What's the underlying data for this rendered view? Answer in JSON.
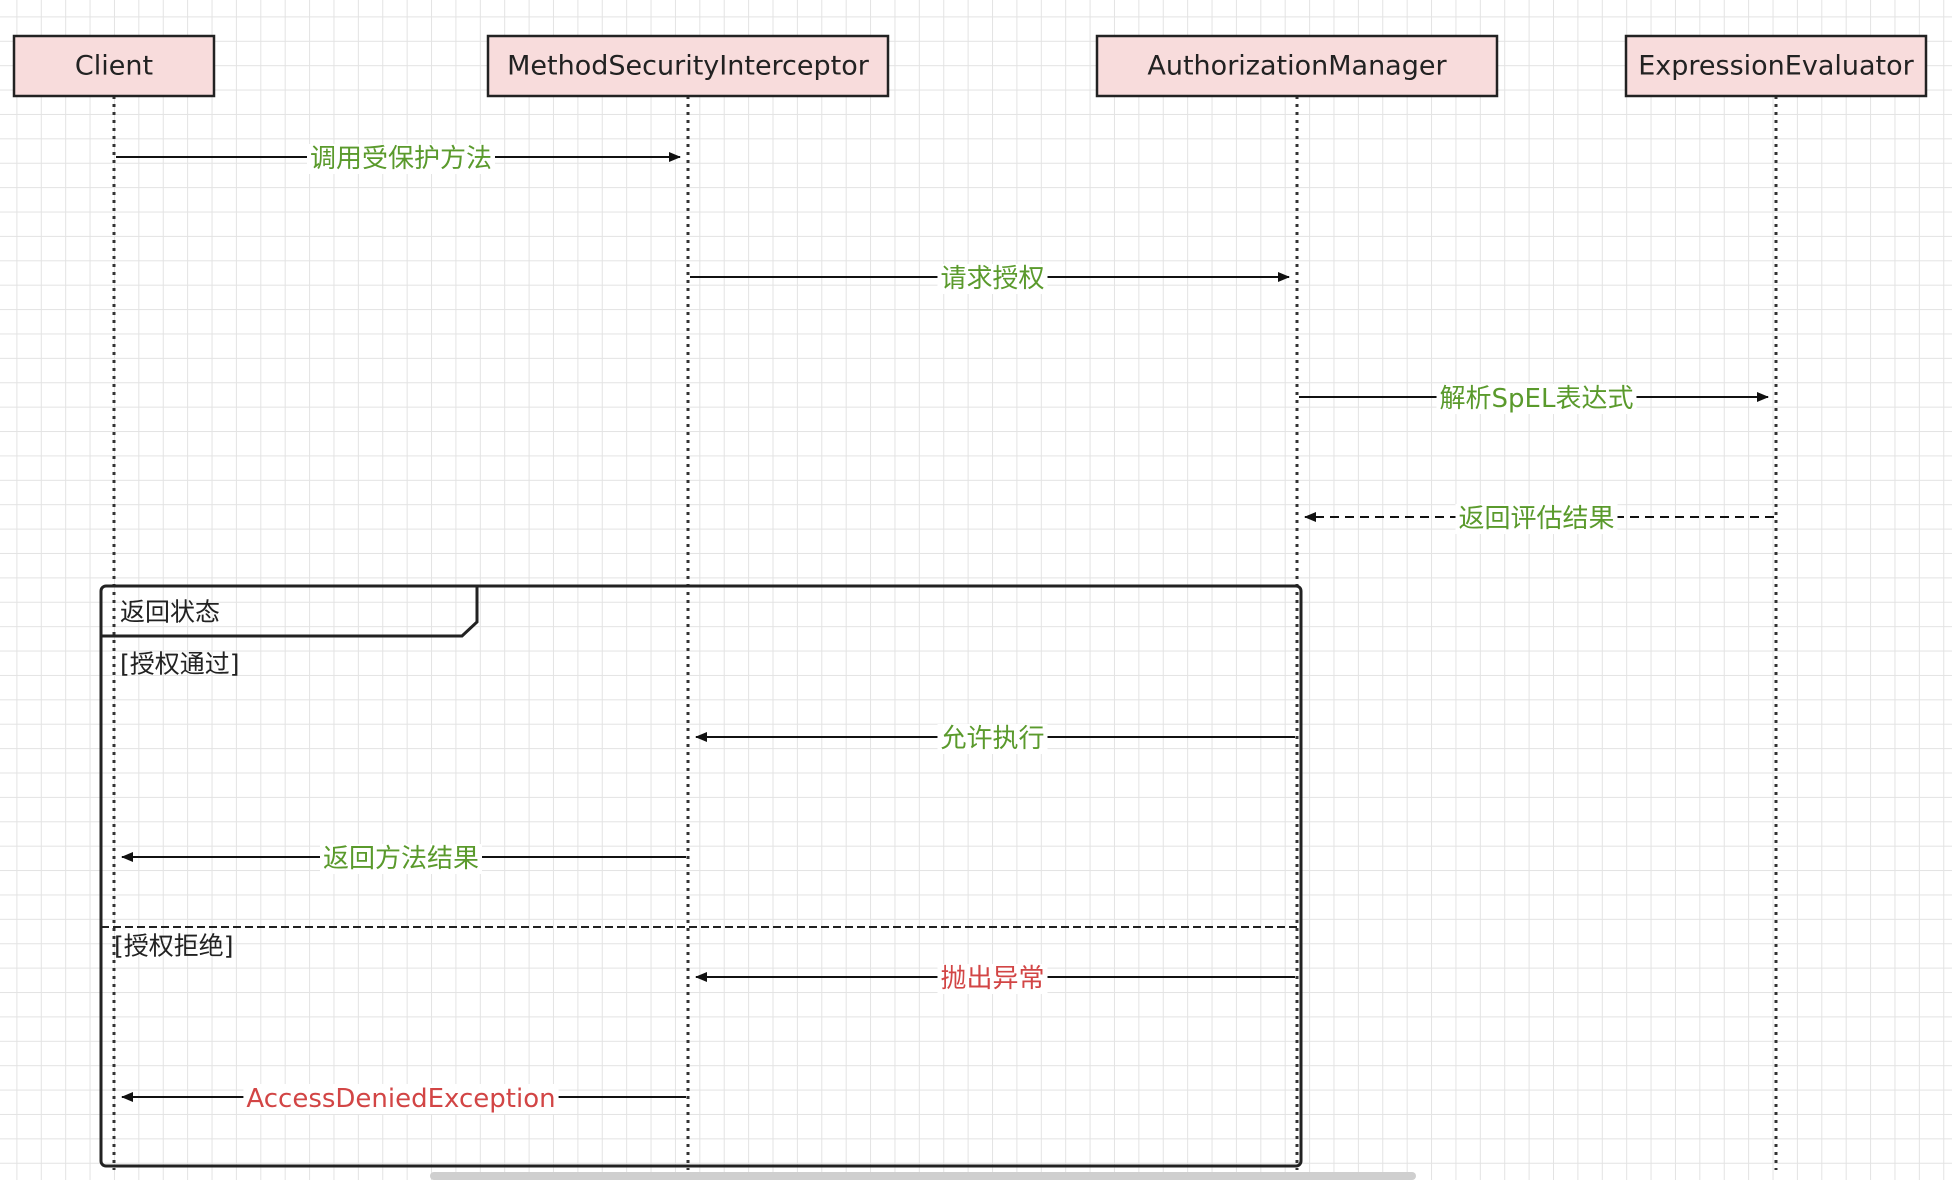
{
  "participants": [
    {
      "id": "client",
      "label": "Client"
    },
    {
      "id": "interceptor",
      "label": "MethodSecurityInterceptor"
    },
    {
      "id": "manager",
      "label": "AuthorizationManager"
    },
    {
      "id": "evaluator",
      "label": "ExpressionEvaluator"
    }
  ],
  "messages": [
    {
      "from": "client",
      "to": "interceptor",
      "label": "调用受保护方法",
      "style": "solid",
      "color": "#5a9a2c"
    },
    {
      "from": "interceptor",
      "to": "manager",
      "label": "请求授权",
      "style": "solid",
      "color": "#5a9a2c"
    },
    {
      "from": "manager",
      "to": "evaluator",
      "label": "解析SpEL表达式",
      "style": "solid",
      "color": "#5a9a2c"
    },
    {
      "from": "evaluator",
      "to": "manager",
      "label": "返回评估结果",
      "style": "dashed",
      "color": "#5a9a2c"
    },
    {
      "from": "manager",
      "to": "interceptor",
      "label": "允许执行",
      "style": "solid",
      "color": "#5a9a2c"
    },
    {
      "from": "interceptor",
      "to": "client",
      "label": "返回方法结果",
      "style": "solid",
      "color": "#5a9a2c"
    },
    {
      "from": "manager",
      "to": "interceptor",
      "label": "抛出异常",
      "style": "solid",
      "color": "#d24545"
    },
    {
      "from": "interceptor",
      "to": "client",
      "label": "AccessDeniedException",
      "style": "solid",
      "color": "#d24545"
    }
  ],
  "fragment": {
    "title": "返回状态",
    "guard_allowed": "[授权通过]",
    "guard_denied": "[授权拒绝]"
  }
}
